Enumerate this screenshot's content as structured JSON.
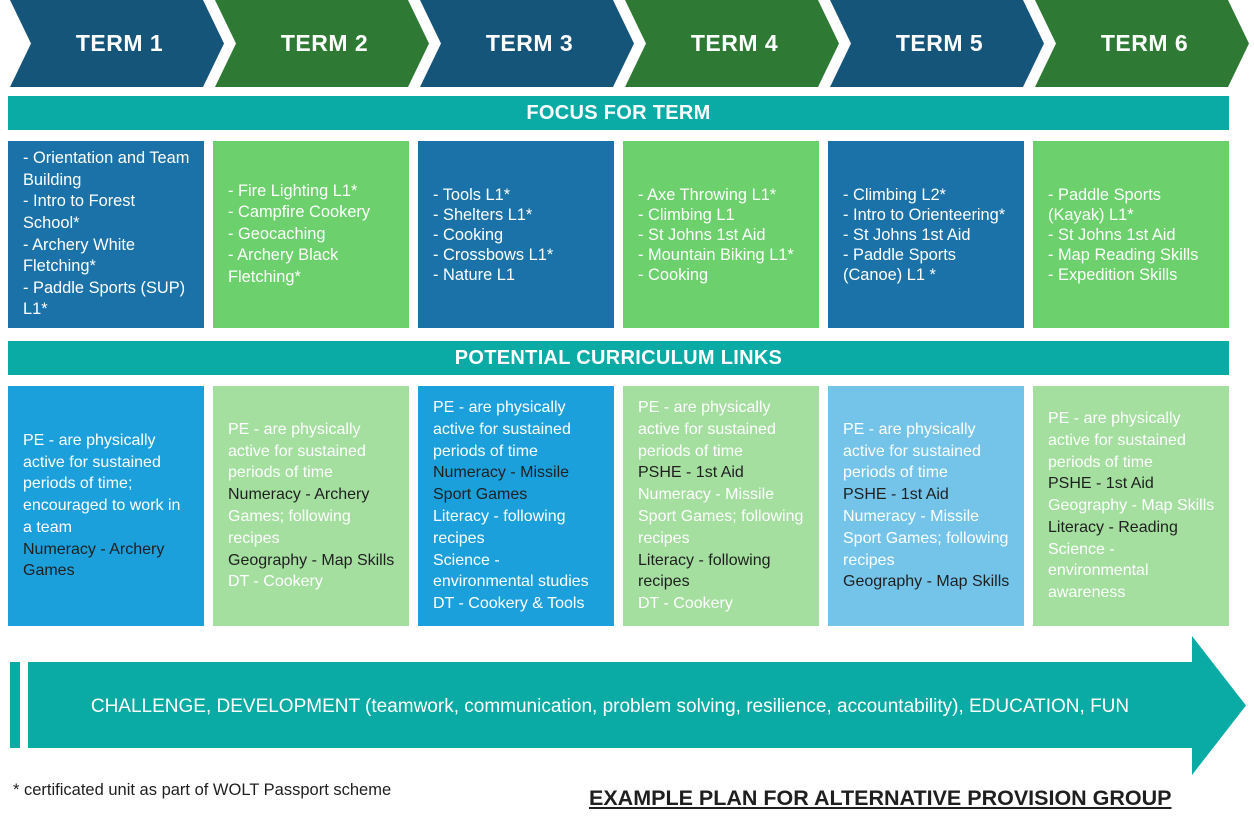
{
  "colors": {
    "term_blue": "#16557a",
    "term_green": "#2e7a35",
    "band_teal": "#0aaaa5",
    "focus_blue": "#1a72a8",
    "focus_green": "#6cd16c",
    "link_blue": "#1ca0dc",
    "link_green": "#a4dfa0",
    "link_blue_light": "#74c4ea",
    "arrow_teal": "#0aaaa5",
    "dark_text": "#1f1f1f"
  },
  "terms": [
    {
      "label": "TERM 1"
    },
    {
      "label": "TERM 2"
    },
    {
      "label": "TERM 3"
    },
    {
      "label": "TERM 4"
    },
    {
      "label": "TERM 5"
    },
    {
      "label": "TERM 6"
    }
  ],
  "focus_heading": "FOCUS FOR TERM",
  "focus": [
    {
      "items": [
        "- Orientation and Team Building",
        "- Intro to Forest School*",
        "- Archery White Fletching*",
        "- Paddle Sports (SUP) L1*"
      ]
    },
    {
      "items": [
        "- Fire Lighting L1*",
        "- Campfire Cookery",
        "- Geocaching",
        "- Archery Black Fletching*"
      ]
    },
    {
      "items": [
        "- Tools L1*",
        "- Shelters L1*",
        "- Cooking",
        "- Crossbows L1*",
        "- Nature L1"
      ]
    },
    {
      "items": [
        "- Axe Throwing L1*",
        "- Climbing L1",
        "- St Johns 1st Aid",
        "- Mountain Biking L1*",
        "- Cooking"
      ]
    },
    {
      "items": [
        "- Climbing L2*",
        "- Intro to Orienteering*",
        "- St Johns 1st Aid",
        "- Paddle Sports (Canoe) L1 *"
      ]
    },
    {
      "items": [
        "- Paddle Sports (Kayak) L1*",
        "- St Johns 1st Aid",
        "- Map Reading Skills",
        "- Expedition Skills"
      ]
    }
  ],
  "curriculum_heading": "POTENTIAL CURRICULUM LINKS",
  "curriculum": [
    {
      "lines": [
        {
          "text": "PE -  are physically active for sustained periods of time; encouraged to work in a team",
          "dark": false
        },
        {
          "text": "Numeracy - Archery Games",
          "dark": true
        }
      ]
    },
    {
      "lines": [
        {
          "text": "PE -  are physically active for sustained periods of time",
          "dark": false
        },
        {
          "text": "Numeracy - Archery",
          "dark": true
        },
        {
          "text": "Games; following recipes",
          "dark": false
        },
        {
          "text": "Geography - Map Skills",
          "dark": true
        },
        {
          "text": "DT - Cookery",
          "dark": false
        }
      ]
    },
    {
      "lines": [
        {
          "text": "PE -  are physically active for sustained periods of time",
          "dark": false
        },
        {
          "text": "Numeracy - Missile Sport Games",
          "dark": true
        },
        {
          "text": "Literacy - following recipes",
          "dark": false
        },
        {
          "text": "Science - environmental studies",
          "dark": false
        },
        {
          "text": "DT - Cookery & Tools",
          "dark": false
        }
      ]
    },
    {
      "lines": [
        {
          "text": "PE -  are physically active for sustained periods of time",
          "dark": false
        },
        {
          "text": "PSHE - 1st Aid",
          "dark": true
        },
        {
          "text": "Numeracy - Missile Sport Games; following recipes",
          "dark": false
        },
        {
          "text": "Literacy - following recipes",
          "dark": true
        },
        {
          "text": "DT - Cookery",
          "dark": false
        }
      ]
    },
    {
      "lines": [
        {
          "text": "PE -  are physically active for sustained periods of time",
          "dark": false
        },
        {
          "text": "PSHE - 1st Aid",
          "dark": true
        },
        {
          "text": "Numeracy - Missile Sport Games; following recipes",
          "dark": false
        },
        {
          "text": "Geography - Map Skills",
          "dark": true
        }
      ]
    },
    {
      "lines": [
        {
          "text": "PE -  are physically active for sustained periods of time",
          "dark": false
        },
        {
          "text": "PSHE - 1st Aid",
          "dark": true
        },
        {
          "text": "Geography - Map Skills",
          "dark": false
        },
        {
          "text": "Literacy - Reading",
          "dark": true
        },
        {
          "text": "Science - environmental awareness",
          "dark": false
        }
      ]
    }
  ],
  "arrow_text": "CHALLENGE, DEVELOPMENT (teamwork, communication, problem solving, resilience, accountability), EDUCATION, FUN",
  "footnote": "* certificated unit as part of WOLT Passport scheme",
  "footer_title": "EXAMPLE PLAN FOR ALTERNATIVE PROVISION GROUP"
}
